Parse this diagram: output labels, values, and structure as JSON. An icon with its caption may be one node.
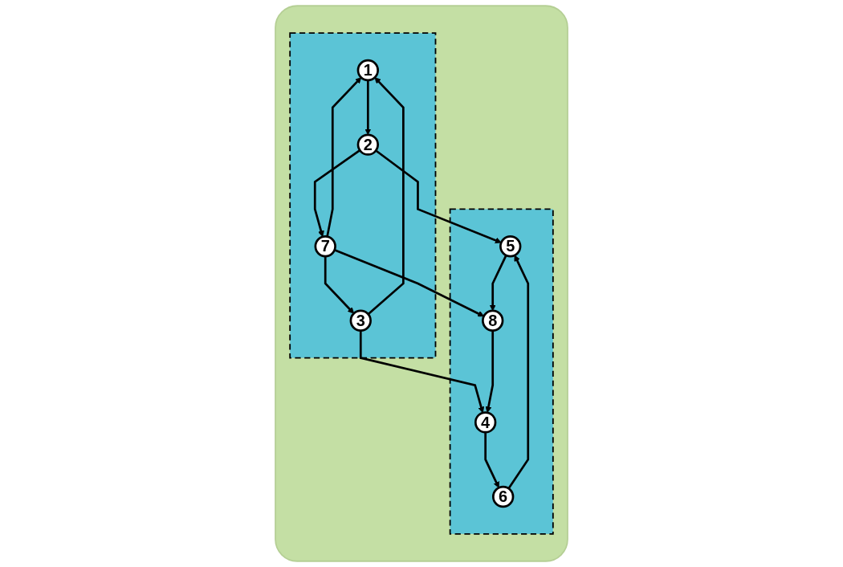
{
  "diagram": {
    "nodes": [
      {
        "text": [],
        "shape": "box"
      },
      {
        "text": [],
        "shape": "cloud",
        "in": 0
      },
      {
        "text": [],
        "shape": "cloud",
        "in": 0
      },
      {
        "text": [
          "2"
        ],
        "in": 1
      },
      {
        "text": [
          "5"
        ],
        "in": 2
      },
      {
        "text": [
          "1"
        ],
        "in": 1
      },
      {
        "text": [
          "7"
        ],
        "in": 1
      },
      {
        "text": [
          "8"
        ],
        "in": 2
      },
      {
        "text": [
          "6"
        ],
        "in": 2
      },
      {
        "text": [
          "3"
        ],
        "in": 1
      },
      {
        "text": [
          "4"
        ],
        "in": 2
      }
    ],
    "edges": [
      {
        "from": 5,
        "to": 3,
        "arrow": "to"
      },
      {
        "from": 3,
        "to": 6,
        "arrow": "to"
      },
      {
        "from": 6,
        "to": 5,
        "arrow": "to"
      },
      {
        "from": 6,
        "to": 9,
        "arrow": "to"
      },
      {
        "from": 9,
        "to": 5,
        "arrow": "to"
      },
      {
        "from": 3,
        "to": 4,
        "arrow": "to"
      },
      {
        "from": 6,
        "to": 7,
        "arrow": "to"
      },
      {
        "from": 9,
        "to": 10,
        "arrow": "to"
      },
      {
        "from": 4,
        "to": 7,
        "arrow": "to"
      },
      {
        "from": 7,
        "to": 10,
        "arrow": "to"
      },
      {
        "from": 10,
        "to": 8,
        "arrow": "to"
      },
      {
        "from": 8,
        "to": 4,
        "arrow": "to"
      }
    ]
  }
}
